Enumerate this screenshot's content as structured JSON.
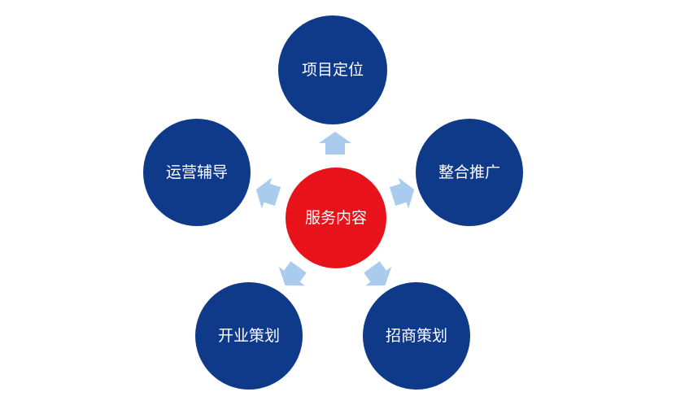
{
  "center": {
    "label": "服务内容",
    "color": "#e8121b"
  },
  "nodes": [
    {
      "label": "项目定位"
    },
    {
      "label": "整合推广"
    },
    {
      "label": "招商策划"
    },
    {
      "label": "开业策划"
    },
    {
      "label": "运营辅导"
    }
  ],
  "colors": {
    "node": "#0f3a8a",
    "arrow": "#a8cbee"
  }
}
